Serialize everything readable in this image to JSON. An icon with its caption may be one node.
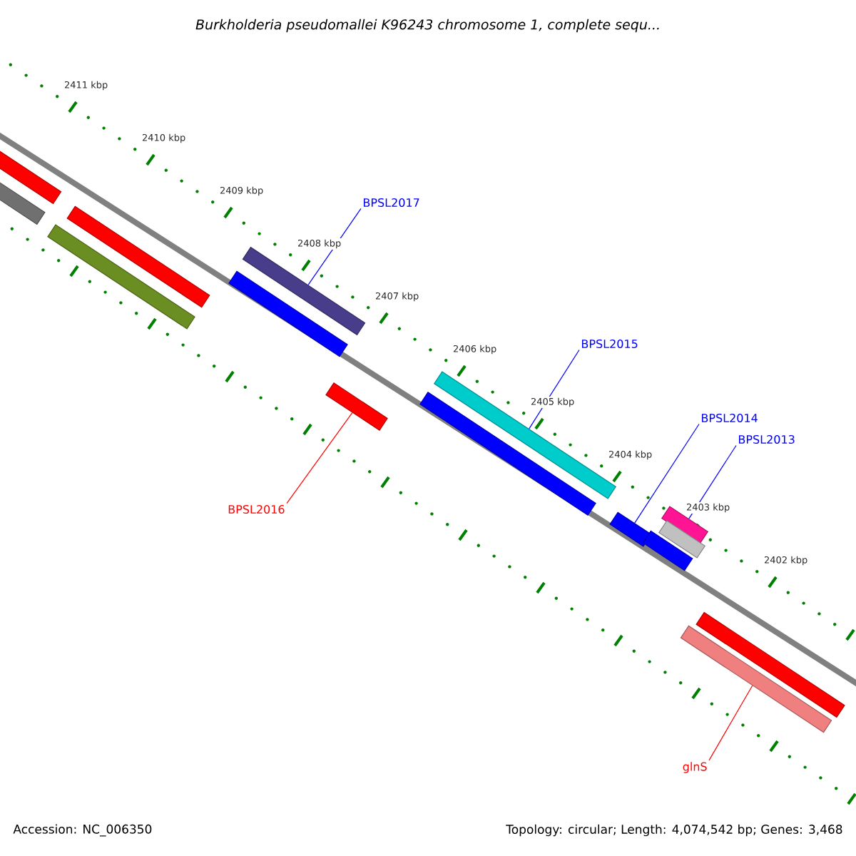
{
  "diagram": {
    "title": "Burkholderia pseudomallei K96243 chromosome 1, complete sequ...",
    "nodes": [
      {
        "text": [
          "BPSL2017"
        ]
      },
      {
        "text": [
          "BPSL2015"
        ]
      },
      {
        "text": [
          "BPSL2014"
        ]
      },
      {
        "text": [
          "BPSL2013"
        ]
      },
      {
        "text": [
          "BPSL2016"
        ]
      },
      {
        "text": [
          "glnS"
        ]
      },
      {
        "text": [],
        "shape": "bar"
      },
      {
        "text": [],
        "shape": "bar"
      },
      {
        "text": [],
        "shape": "bar"
      },
      {
        "text": [],
        "shape": "bar"
      },
      {
        "text": [],
        "shape": "bar"
      },
      {
        "text": [],
        "shape": "bar"
      },
      {
        "text": [],
        "shape": "bar"
      },
      {
        "text": [],
        "shape": "bar"
      },
      {
        "text": [],
        "shape": "bar"
      },
      {
        "text": [],
        "shape": "bar"
      },
      {
        "text": [],
        "shape": "bar"
      },
      {
        "text": [],
        "shape": "bar"
      },
      {
        "text": [],
        "shape": "bar"
      },
      {
        "text": [],
        "shape": "bar"
      },
      {
        "text": [],
        "shape": "bar"
      }
    ],
    "edges": [
      {
        "from": 0,
        "to": 10,
        "arrow": "none"
      },
      {
        "from": 1,
        "to": 13,
        "arrow": "none"
      },
      {
        "from": 2,
        "to": 15,
        "arrow": "none"
      },
      {
        "from": 3,
        "to": 16,
        "arrow": "none"
      },
      {
        "from": 4,
        "to": 12,
        "arrow": "none",
        "color": "#ff0000"
      },
      {
        "from": 5,
        "to": 20,
        "arrow": "none",
        "color": "#ff0000"
      }
    ],
    "labels": [
      "2411 kbp",
      "2410 kbp",
      "2409 kbp",
      "2408 kbp",
      "2407 kbp",
      "2406 kbp",
      "2405 kbp",
      "2404 kbp",
      "2403 kbp",
      "2402 kbp",
      "Accession: NC_006350",
      "Topology: circular; Length: 4,074,542 bp; Genes: 3,468"
    ]
  }
}
